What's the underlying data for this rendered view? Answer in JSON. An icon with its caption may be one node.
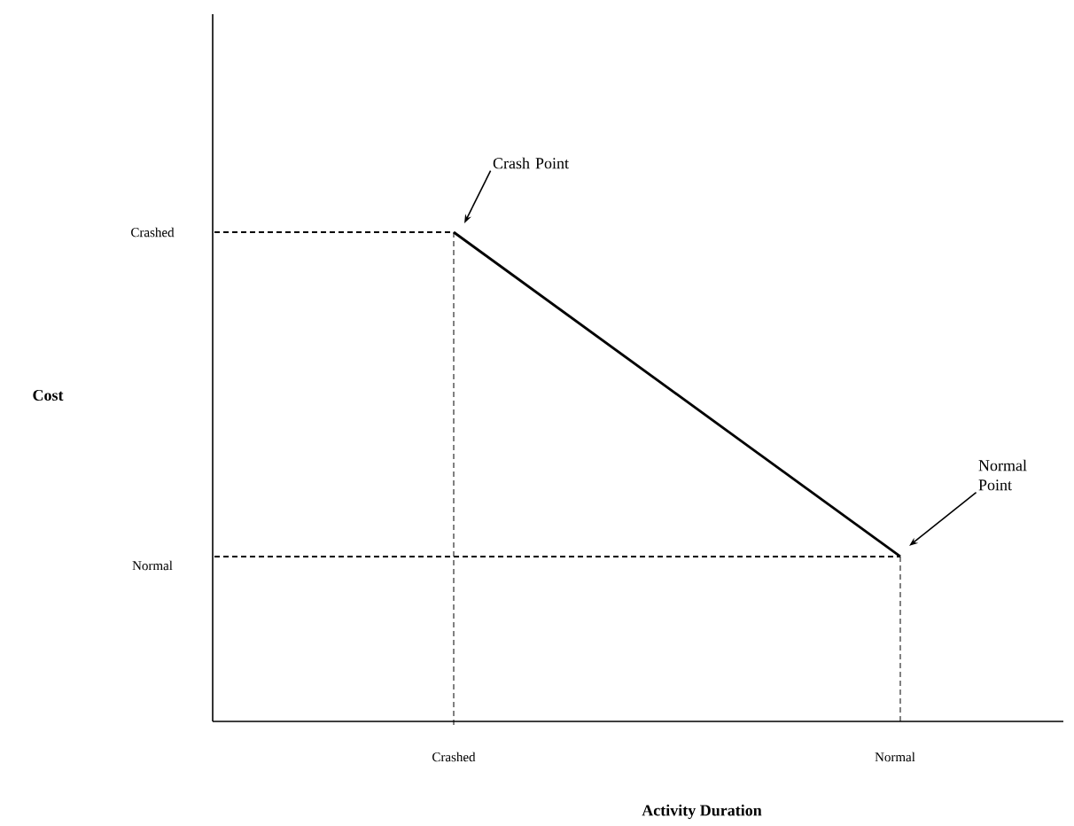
{
  "diagram": {
    "nodes": [
      {
        "text": [
          "Crash Point"
        ]
      },
      {
        "text": [
          "Normal Point"
        ]
      }
    ],
    "edges": [
      {
        "from": 0,
        "to": null,
        "arrow": "to"
      },
      {
        "from": 1,
        "to": null,
        "arrow": "to"
      }
    ],
    "labels": [
      "Crashed",
      "Cost",
      "Normal",
      "Crashed",
      "Normal",
      "Activity Duration"
    ]
  }
}
